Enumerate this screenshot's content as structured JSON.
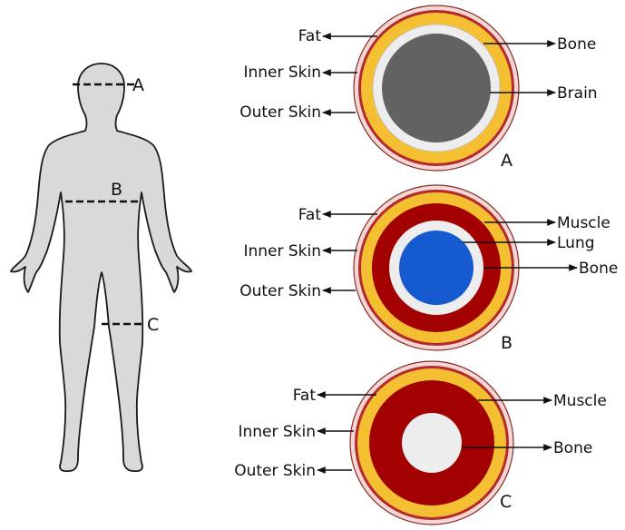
{
  "colors": {
    "body_fill": "#d9d9d9",
    "outer_skin": "#f3d7d3",
    "inner_skin": "#b4292f",
    "fat": "#f4c031",
    "bone": "#ededed",
    "brain": "#626262",
    "muscle": "#a30000",
    "lung": "#155bcf"
  },
  "body_figure": {
    "markers": [
      {
        "letter": "A"
      },
      {
        "letter": "B"
      },
      {
        "letter": "C"
      }
    ]
  },
  "sections": [
    {
      "id": "A",
      "letter": "A",
      "left_labels": [
        "Fat",
        "Inner Skin",
        "Outer Skin"
      ],
      "right_labels": [
        "Bone",
        "Brain"
      ]
    },
    {
      "id": "B",
      "letter": "B",
      "left_labels": [
        "Fat",
        "Inner Skin",
        "Outer Skin"
      ],
      "right_labels": [
        "Muscle",
        "Lung",
        "Bone"
      ]
    },
    {
      "id": "C",
      "letter": "C",
      "left_labels": [
        "Fat",
        "Inner Skin",
        "Outer Skin"
      ],
      "right_labels": [
        "Muscle",
        "Bone"
      ]
    }
  ]
}
